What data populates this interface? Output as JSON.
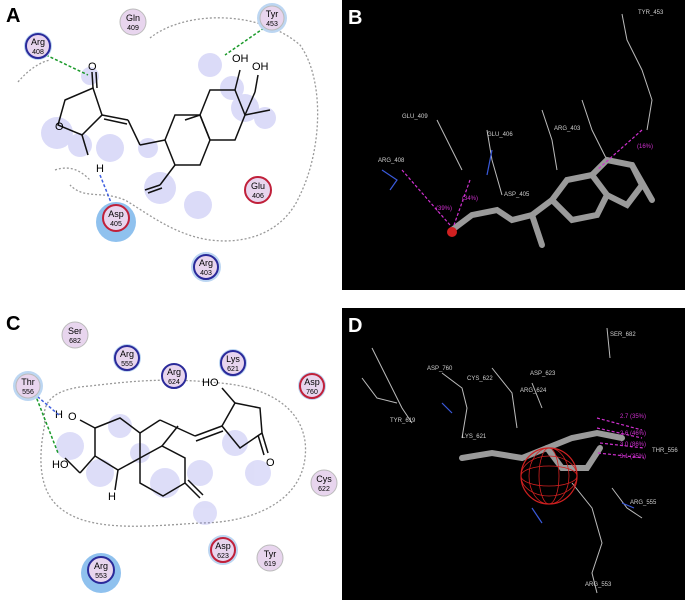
{
  "panels": {
    "A": {
      "letter": "A",
      "residues": [
        {
          "name": "Arg",
          "num": "408",
          "type": "basic"
        },
        {
          "name": "Gln",
          "num": "409",
          "type": "polar"
        },
        {
          "name": "Tyr",
          "num": "453",
          "type": "polar"
        },
        {
          "name": "Asp",
          "num": "405",
          "type": "acidic"
        },
        {
          "name": "Glu",
          "num": "406",
          "type": "acidic"
        },
        {
          "name": "Arg",
          "num": "403",
          "type": "basic"
        }
      ],
      "atoms": [
        "O",
        "O",
        "H",
        "OH",
        "OH"
      ]
    },
    "B": {
      "letter": "B",
      "labels": [
        "TYR_453",
        "GLU_409",
        "GLU_406",
        "ARG_403",
        "ARG_408",
        "ASP_405"
      ],
      "hbonds": [
        "(16%)",
        "(39%)",
        "(34%)"
      ]
    },
    "C": {
      "letter": "C",
      "residues": [
        {
          "name": "Ser",
          "num": "682",
          "type": "polar"
        },
        {
          "name": "Arg",
          "num": "555",
          "type": "basic"
        },
        {
          "name": "Arg",
          "num": "624",
          "type": "basic"
        },
        {
          "name": "Lys",
          "num": "621",
          "type": "basic"
        },
        {
          "name": "Asp",
          "num": "760",
          "type": "acidic"
        },
        {
          "name": "Thr",
          "num": "556",
          "type": "polar"
        },
        {
          "name": "Cys",
          "num": "622",
          "type": "polar"
        },
        {
          "name": "Asp",
          "num": "623",
          "type": "acidic"
        },
        {
          "name": "Tyr",
          "num": "619",
          "type": "polar"
        },
        {
          "name": "Arg",
          "num": "553",
          "type": "basic"
        }
      ],
      "atoms": [
        "H",
        "O",
        "HO",
        "HO",
        "H",
        "O"
      ]
    },
    "D": {
      "letter": "D",
      "labels": [
        "SER_682",
        "ASP_760",
        "CYS_622",
        "ASP_623",
        "ARG_624",
        "TYR_619",
        "LYS_621",
        "THR_556",
        "ARG_555",
        "ARG_553"
      ],
      "hbonds": [
        "2.7 (35%)",
        "2.6 (46%)",
        "3.0 (86%)",
        "3.1 (35%)"
      ]
    }
  },
  "colors": {
    "basic": "#2a2a9a",
    "acidic": "#c0203a",
    "polar": "#e8d5ee",
    "bubble": "#e6c8ef",
    "hbond_green": "#1a9a2a",
    "hbond_blue": "#4060e0",
    "magenta": "#d030d0"
  }
}
